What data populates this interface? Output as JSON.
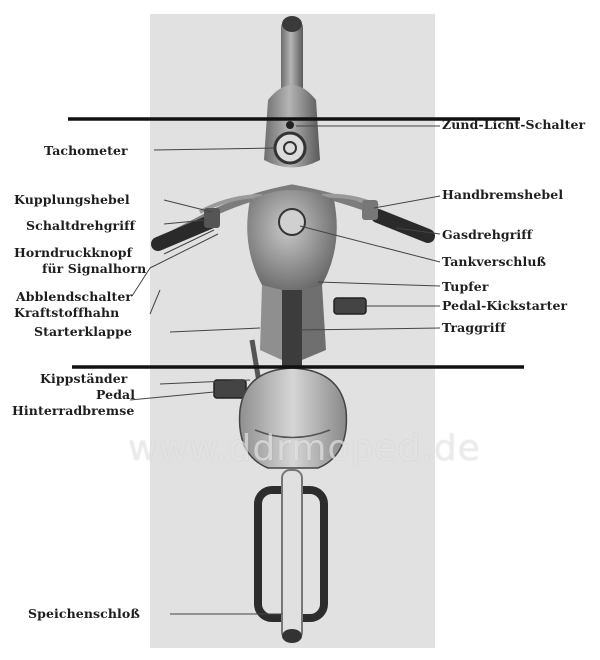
{
  "labels_left": {
    "tachometer": "Tachometer",
    "kupplungshebel": "Kupplungshebel",
    "schaltdrehgriff": "Schaltdrehgriff",
    "horndruckknopf_1": "Horndruckknopf",
    "horndruckknopf_2": "für Signalhorn",
    "abblendschalter": "Abblendschalter",
    "kraftstoffhahn": "Kraftstoffhahn",
    "starterklappe": "Starterklappe",
    "kippstaender": "Kippständer",
    "pedal": "Pedal",
    "hinterradbremse": "Hinterradbremse",
    "speichenschloss": "Speichenschloß"
  },
  "labels_right": {
    "zuend_licht_schalter": "Zünd-Licht-Schalter",
    "handbremshebel": "Handbremshebel",
    "gasdrehgriff": "Gasdrehgriff",
    "tankverschluss": "Tankverschluß",
    "tupfer": "Tupfer",
    "pedal_kickstarter": "Pedal-Kickstarter",
    "traggriff": "Traggriff"
  },
  "watermark": "www.ddrmoped.de",
  "colors": {
    "photo_background": "#e8e8e8",
    "moped_metal": "#8a8a8a",
    "moped_dark": "#3a3a3a",
    "saddle": "#b8b8b8",
    "tire": "#2e2e2e",
    "label_text": "#1e1e1e",
    "crop_line": "#111111"
  }
}
